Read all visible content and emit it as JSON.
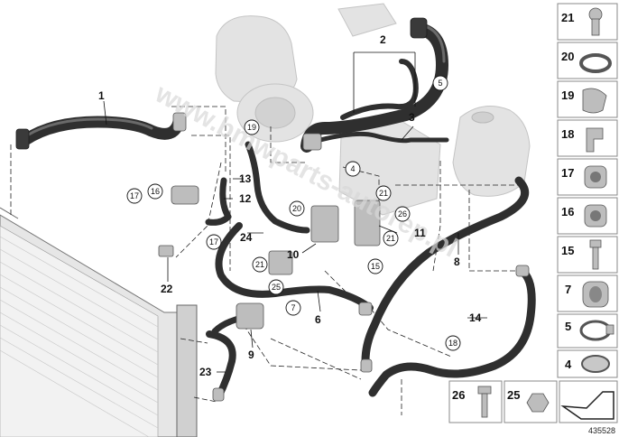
{
  "callouts": {
    "c1": "1",
    "c2": "2",
    "c3": "3",
    "c4": "4",
    "c5": "5",
    "c6": "6",
    "c7": "7",
    "c8": "8",
    "c9": "9",
    "c10": "10",
    "c11": "11",
    "c12": "12",
    "c13": "13",
    "c14": "14",
    "c15": "15",
    "c16": "16",
    "c17a": "17",
    "c17b": "17",
    "c18": "18",
    "c19": "19",
    "c20": "20",
    "c21a": "21",
    "c21b": "21",
    "c21c": "21",
    "c22": "22",
    "c23": "23",
    "c24": "24",
    "c25": "25",
    "c26": "26"
  },
  "parts_panel": {
    "items": [
      "21",
      "20",
      "19",
      "18",
      "17",
      "16",
      "15",
      "7",
      "5",
      "4"
    ],
    "bottom_left": "26",
    "bottom_right": "25"
  },
  "diagram_number": "435528",
  "watermark": "www.bmwparts-autorep.pl",
  "colors": {
    "hose": "#2f2f2f",
    "ghost": "#e3e3e3",
    "panel_border": "#8a8a8a"
  }
}
